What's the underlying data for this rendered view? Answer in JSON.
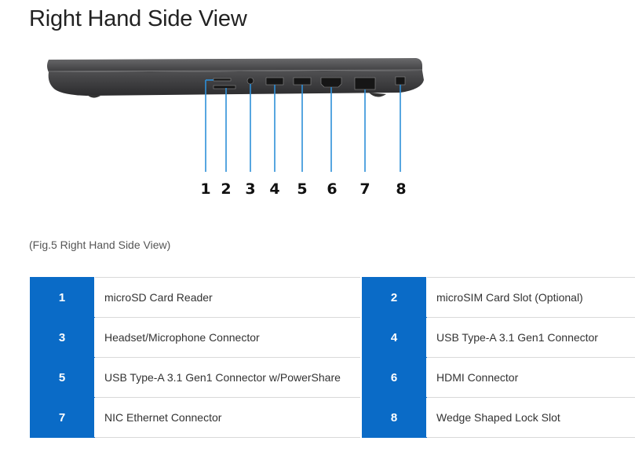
{
  "page": {
    "title": "Right Hand Side View",
    "caption": "(Fig.5 Right Hand Side View)"
  },
  "colors": {
    "accent": "#0a6bc7",
    "callout_line": "#2d8fd8",
    "laptop_body": "#3a3a3c"
  },
  "callouts": [
    "1",
    "2",
    "3",
    "4",
    "5",
    "6",
    "7",
    "8"
  ],
  "ports": [
    {
      "number": "1",
      "label": "microSD Card Reader"
    },
    {
      "number": "2",
      "label": "microSIM Card Slot (Optional)"
    },
    {
      "number": "3",
      "label": "Headset/Microphone Connector"
    },
    {
      "number": "4",
      "label": "USB Type-A 3.1 Gen1 Connector"
    },
    {
      "number": "5",
      "label": "USB Type-A 3.1 Gen1 Connector w/PowerShare"
    },
    {
      "number": "6",
      "label": "HDMI Connector"
    },
    {
      "number": "7",
      "label": "NIC Ethernet Connector"
    },
    {
      "number": "8",
      "label": "Wedge Shaped Lock Slot"
    }
  ]
}
